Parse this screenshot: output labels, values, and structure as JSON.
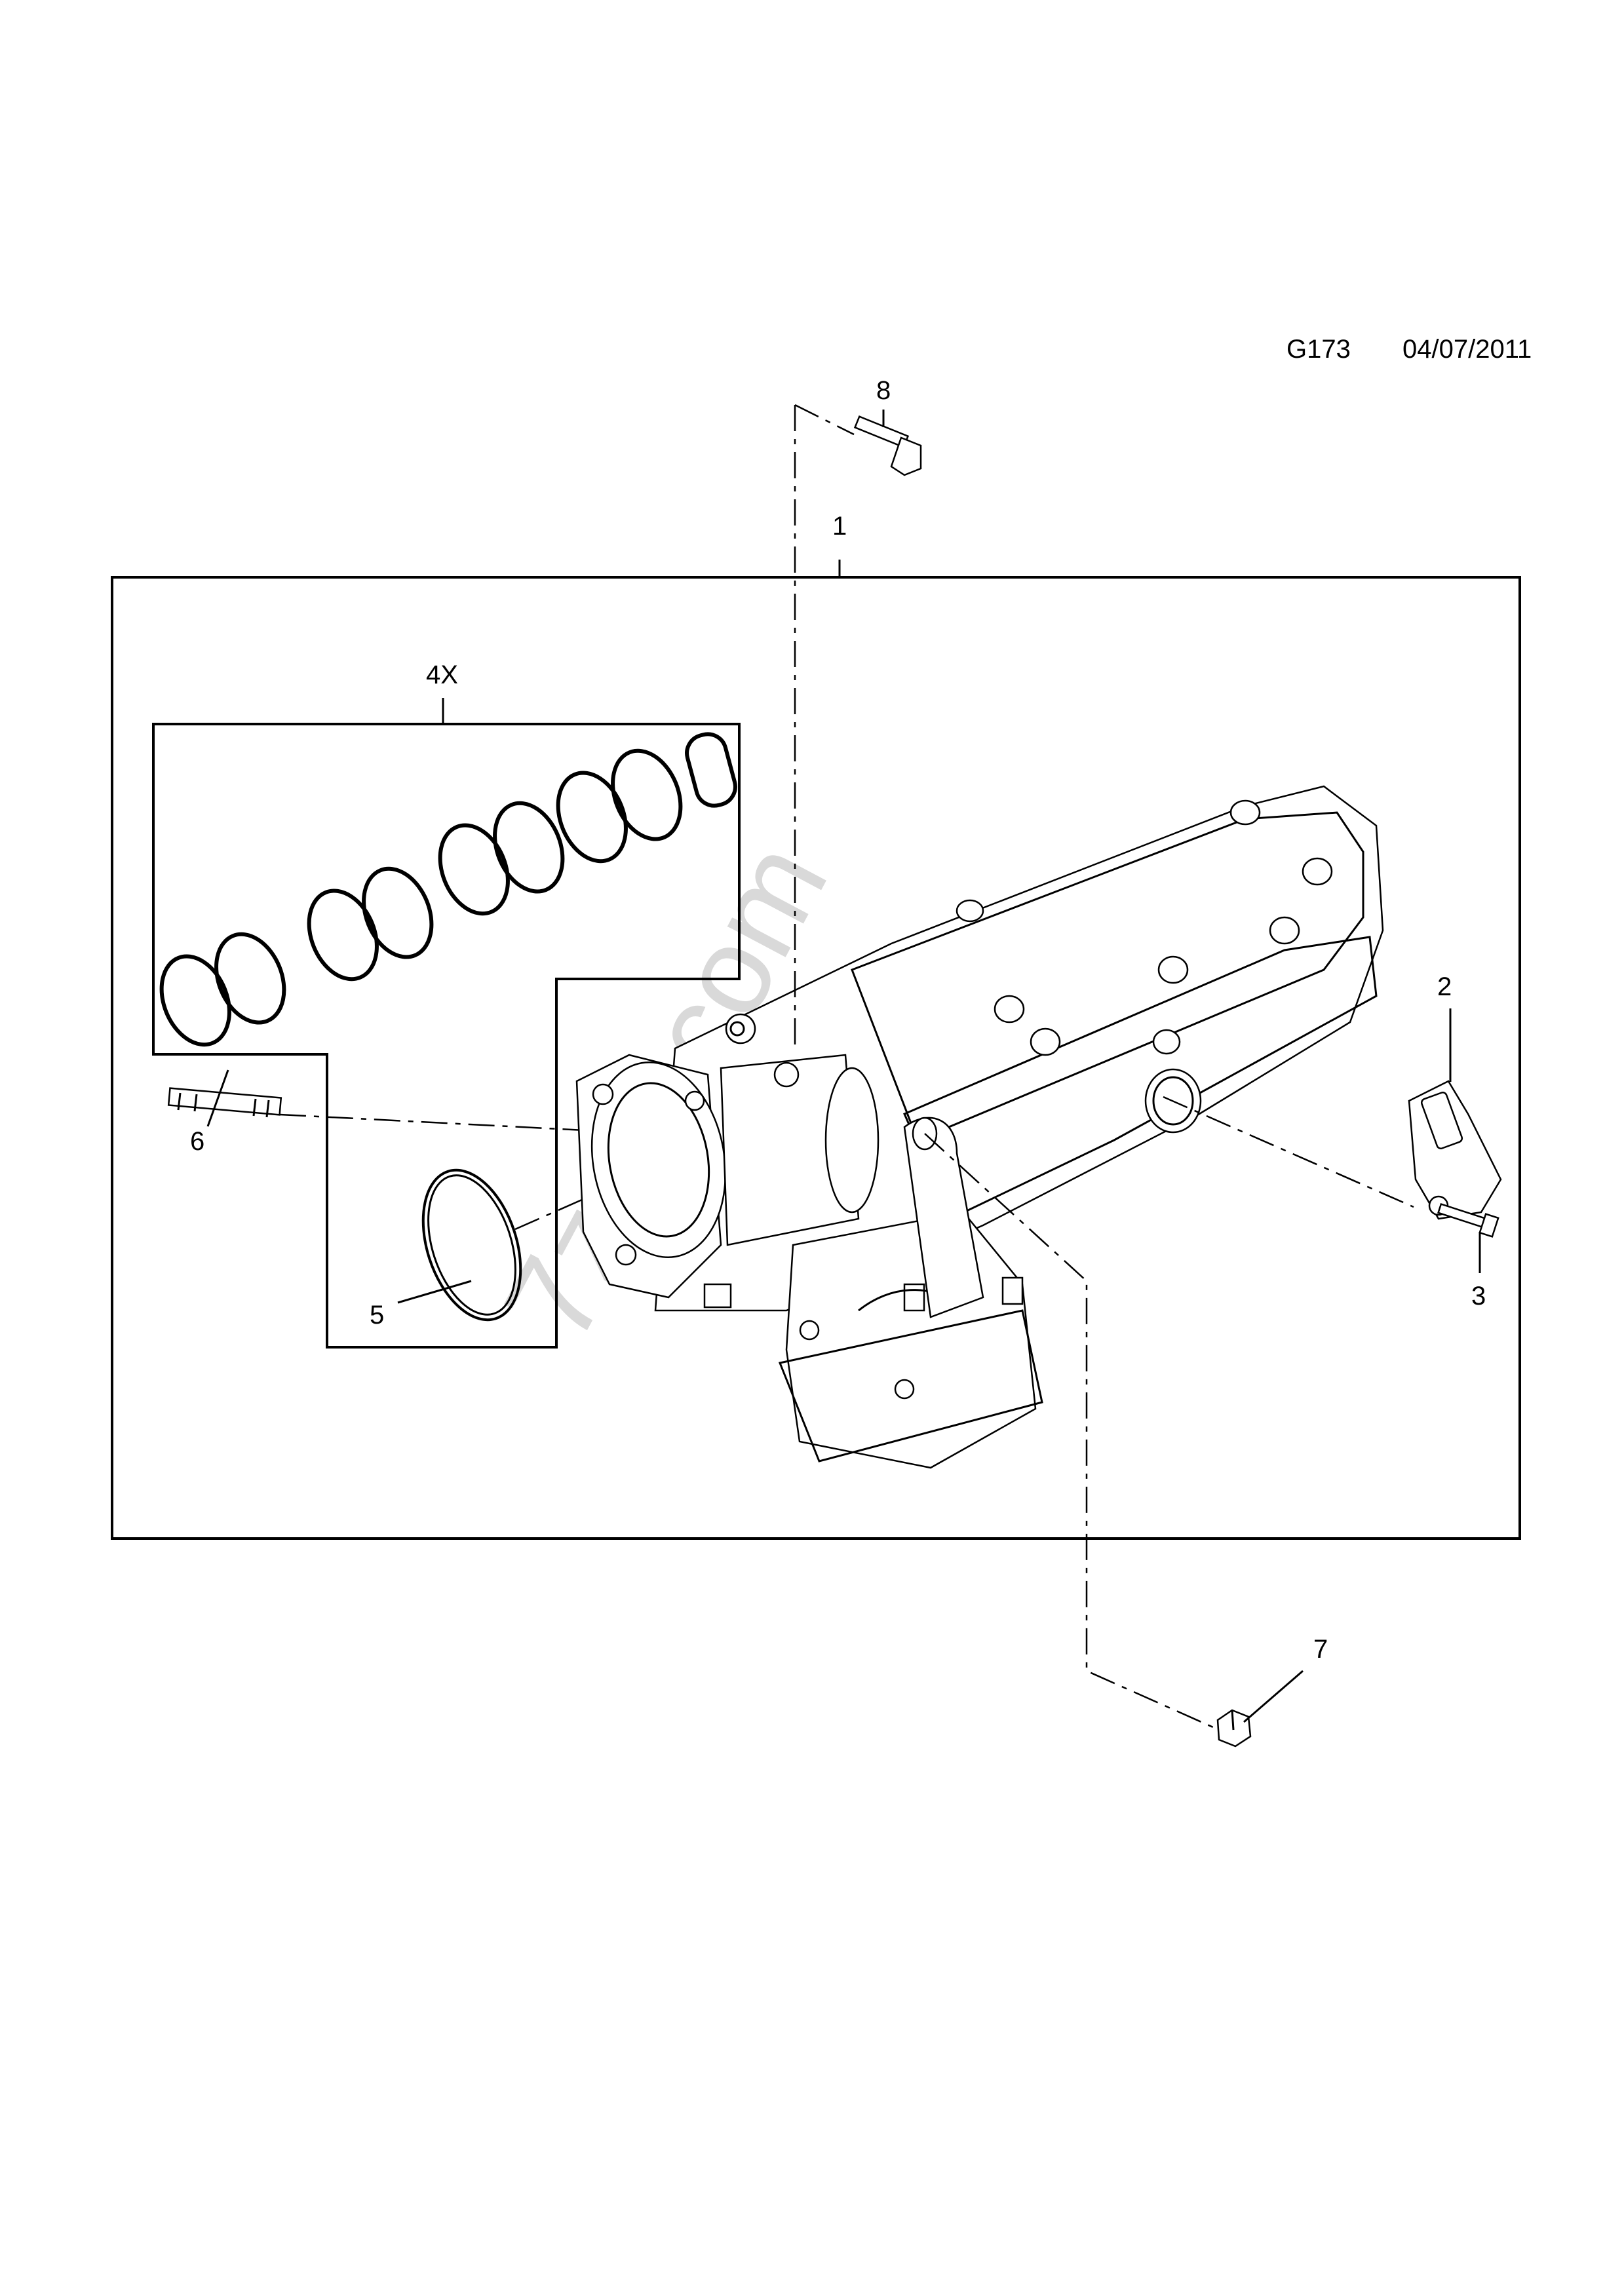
{
  "header": {
    "diagram_code": "G173",
    "date": "04/07/2011"
  },
  "watermark": "7zap.com",
  "callouts": [
    {
      "id": "1",
      "label": "1"
    },
    {
      "id": "2",
      "label": "2"
    },
    {
      "id": "3",
      "label": "3"
    },
    {
      "id": "4",
      "label": "4X"
    },
    {
      "id": "5",
      "label": "5"
    },
    {
      "id": "6",
      "label": "6"
    },
    {
      "id": "7",
      "label": "7"
    },
    {
      "id": "8",
      "label": "8"
    }
  ],
  "colors": {
    "line": "#000000",
    "watermark": "#d9d9d9",
    "background": "#ffffff"
  }
}
